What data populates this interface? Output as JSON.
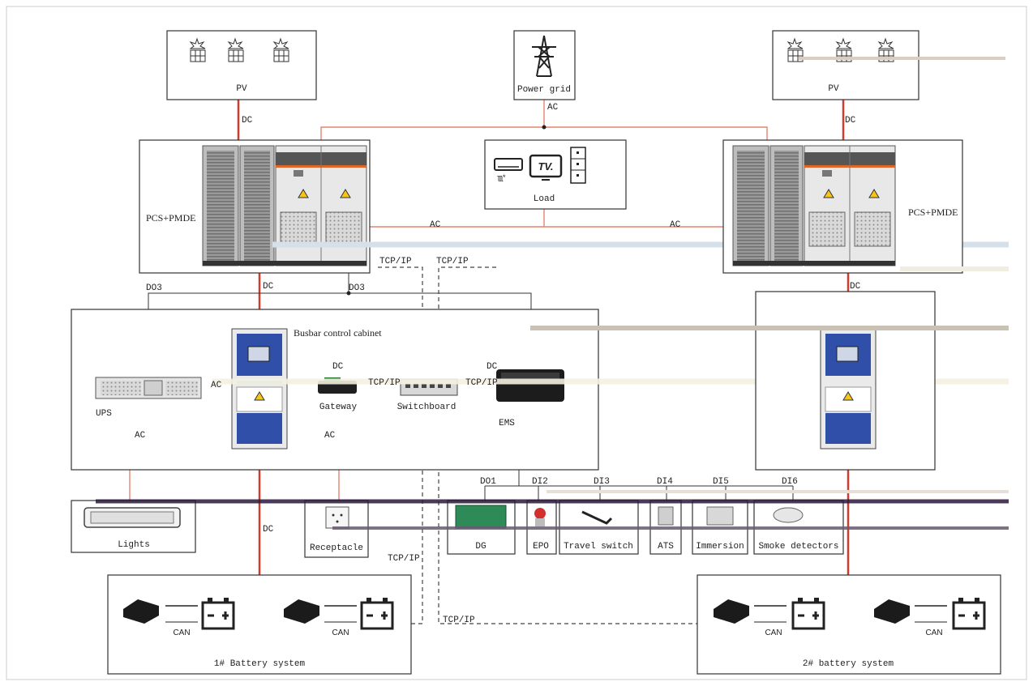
{
  "labels": {
    "pv_left": "PV",
    "pv_right": "PV",
    "power_grid": "Power grid",
    "load": "Load",
    "pcs_left": "PCS+PMDE",
    "pcs_right": "PCS+PMDE",
    "busbar_cabinet": "Busbar control cabinet",
    "ups": "UPS",
    "gateway": "Gateway",
    "switchboard": "Switchboard",
    "ems": "EMS",
    "lights": "Lights",
    "receptacle": "Receptacle",
    "dg": "DG",
    "epo": "EPO",
    "travel_switch": "Travel switch",
    "ats": "ATS",
    "immersion": "Immersion",
    "smoke_detectors": "Smoke detectors",
    "battery_left": "1# Battery system",
    "battery_right": "2# battery system",
    "can": "CAN",
    "tv": "TV."
  },
  "connections": {
    "dc": "DC",
    "ac": "AC",
    "tcp": "TCP/IP",
    "do3": "DO3",
    "do1": "DO1",
    "di2": "DI2",
    "di3": "DI3",
    "di4": "DI4",
    "di5": "DI5",
    "di6": "DI6"
  },
  "colors": {
    "dc_line": "#d23b2b",
    "ac_line": "#e6846f",
    "cabinet_blue": "#2f4fa8",
    "cabinet_gray": "#8a8a8a",
    "orange_stripe": "#e0672a"
  }
}
